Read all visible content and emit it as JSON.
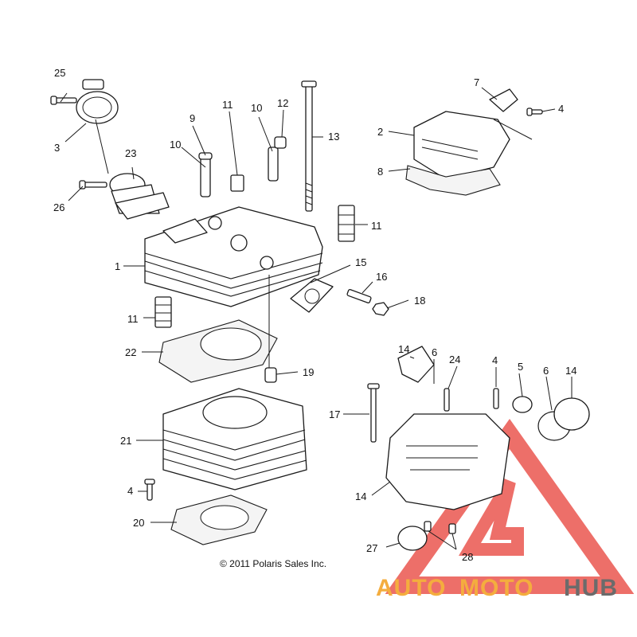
{
  "callouts": {
    "c1": "1",
    "c2": "2",
    "c3": "3",
    "c4a": "4",
    "c4b": "4",
    "c4c": "4",
    "c5": "5",
    "c6a": "6",
    "c6b": "6",
    "c7": "7",
    "c8": "8",
    "c9": "9",
    "c10a": "10",
    "c10b": "10",
    "c11a": "11",
    "c11b": "11",
    "c11c": "11",
    "c12": "12",
    "c13": "13",
    "c14a": "14",
    "c14b": "14",
    "c14c": "14",
    "c15": "15",
    "c16": "16",
    "c17": "17",
    "c18": "18",
    "c19": "19",
    "c20": "20",
    "c21": "21",
    "c22": "22",
    "c23": "23",
    "c24": "24",
    "c25": "25",
    "c26": "26",
    "c27": "27",
    "c28": "28"
  },
  "copyright": "© 2011 Polaris Sales Inc.",
  "watermark": {
    "part1": "AUTO",
    "part2": "MOTO",
    "part3": "HUB",
    "color_red": "#e8473f",
    "color_orange": "#f4ad3e",
    "color_gray": "#6b6b6b"
  }
}
